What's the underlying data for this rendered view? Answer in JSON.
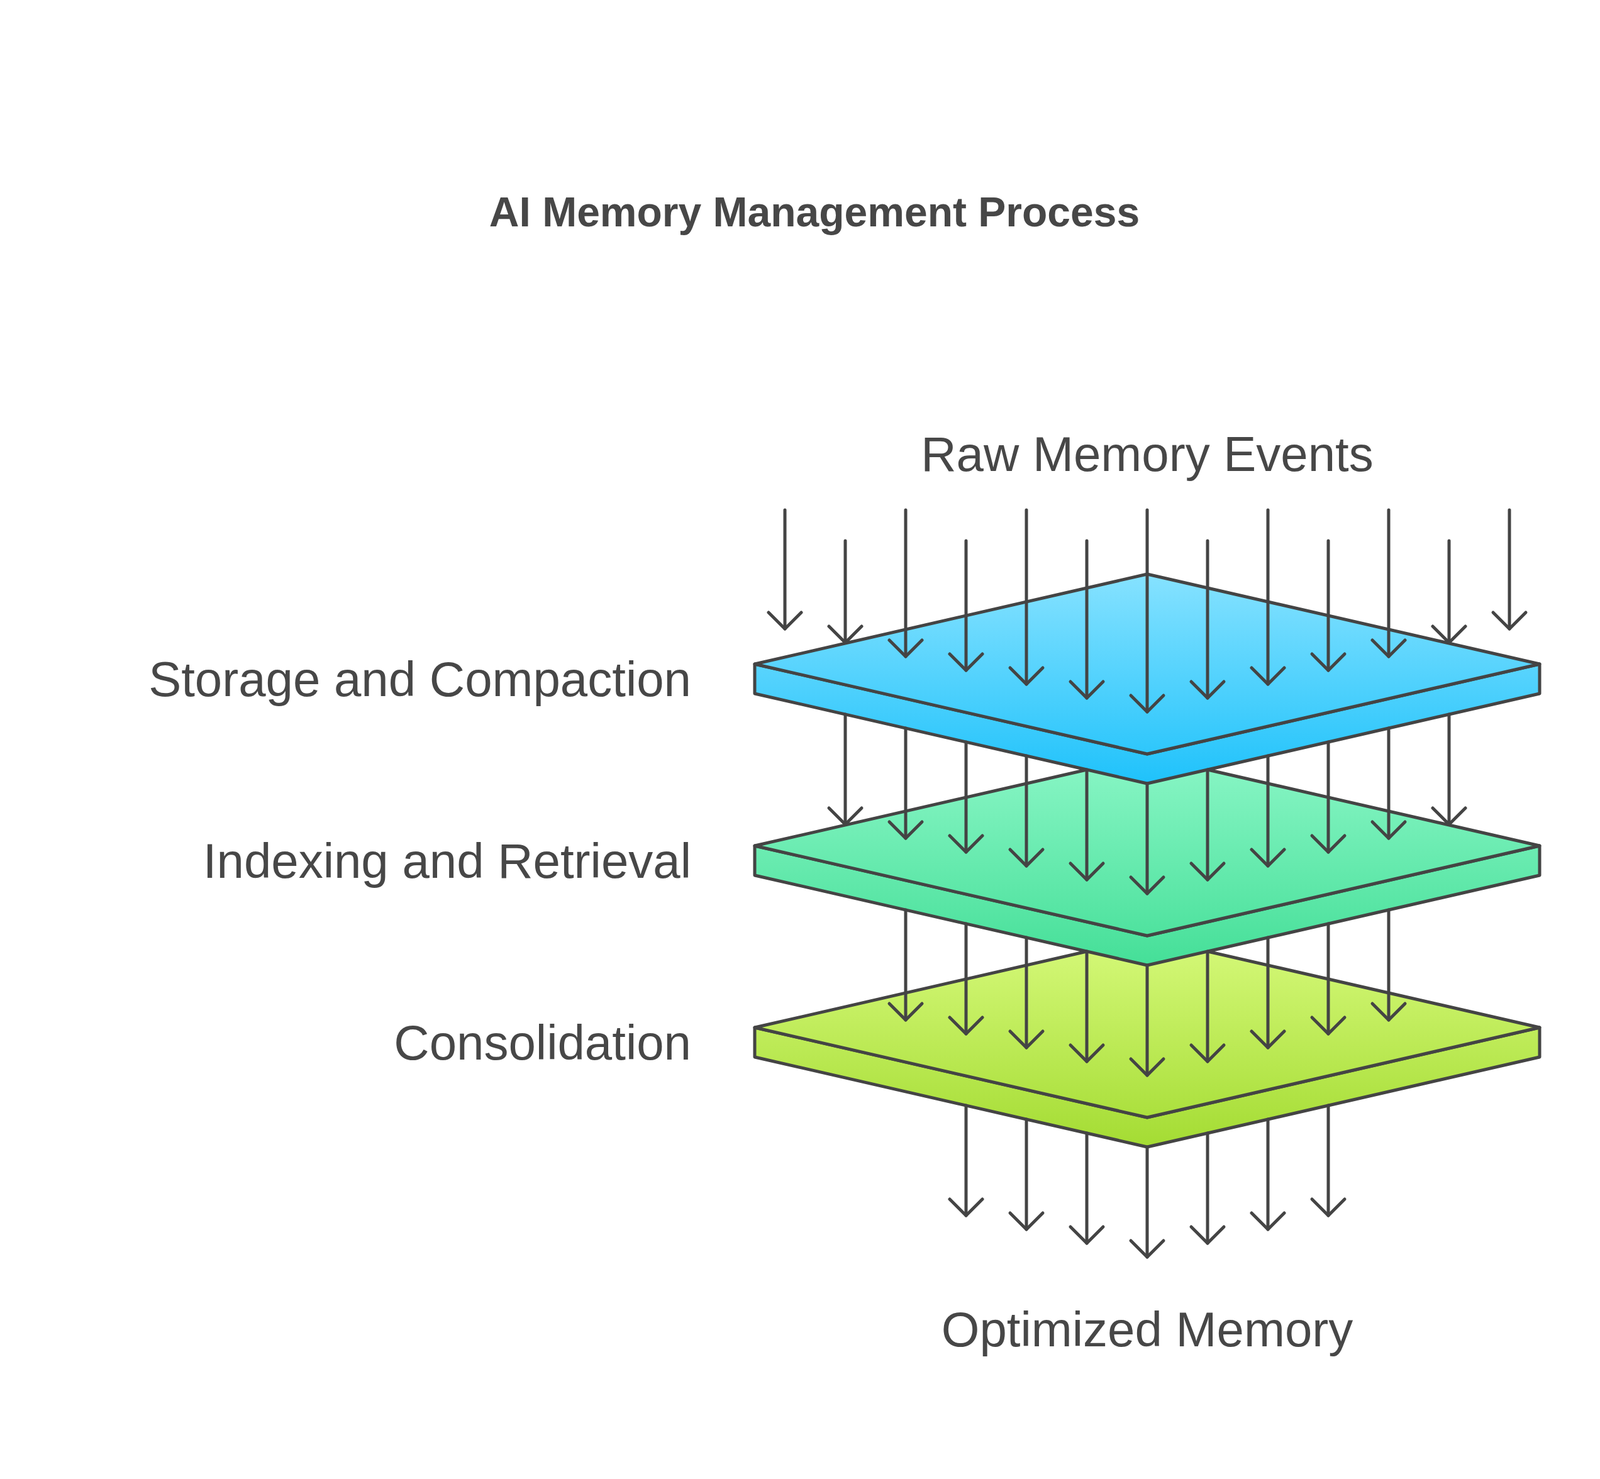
{
  "diagram": {
    "title": "AI Memory Management Process",
    "nodes": [
      {
        "text": [
          "Storage and Compaction"
        ]
      },
      {
        "text": [
          "Indexing and Retrieval"
        ]
      },
      {
        "text": [
          "Consolidation"
        ]
      }
    ],
    "edges": [
      {
        "from": 0,
        "to": 1,
        "arrow": "to"
      },
      {
        "from": 1,
        "to": 2,
        "arrow": "to"
      }
    ],
    "labels": [
      "Raw Memory Events",
      "Optimized Memory"
    ]
  }
}
